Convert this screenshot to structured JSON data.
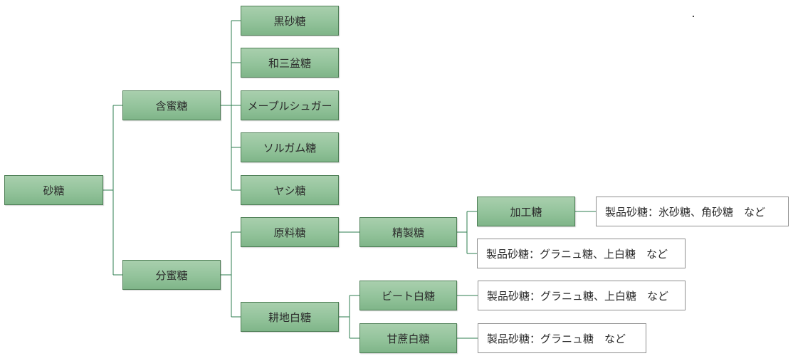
{
  "root": {
    "label": "砂糖"
  },
  "l1": {
    "ganmitsu": "含蜜糖",
    "bunmitsu": "分蜜糖"
  },
  "ganmitsu_children": [
    "黒砂糖",
    "和三盆糖",
    "メープルシュガー",
    "ソルガム糖",
    "ヤシ糖"
  ],
  "bunmitsu_children": {
    "genryo": "原料糖",
    "kouchi": "耕地白糖"
  },
  "seisei": "精製糖",
  "kakou": "加工糖",
  "beet": "ビート白糖",
  "kansho": "甘蔗白糖",
  "products": {
    "kakou": "製品砂糖：氷砂糖、角砂糖　など",
    "seisei": "製品砂糖：グラニュ糖、上白糖　など",
    "beet": "製品砂糖：グラニュ糖、上白糖　など",
    "kansho": "製品砂糖：グラニュ糖　など"
  },
  "colors": {
    "node_fill": "#93c39b",
    "node_border": "#4e7f56",
    "line": "#2e7d4f"
  }
}
